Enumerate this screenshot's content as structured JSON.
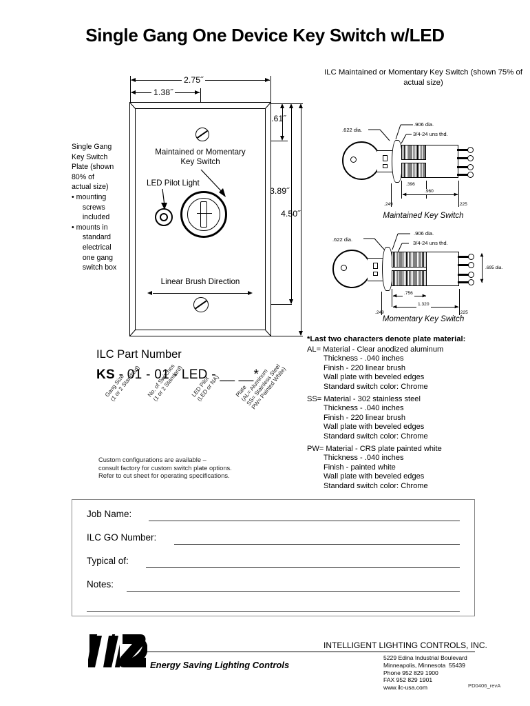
{
  "document": {
    "title": "Single Gang One Device Key Switch w/LED",
    "doc_id": "PD0406_revA"
  },
  "plate_note": {
    "lines": [
      "Single Gang",
      "Key Switch",
      "Plate (shown",
      "80% of",
      "actual size)"
    ],
    "bullets": [
      "• mounting\n   screws\n   included",
      "• mounts in\n   standard\n   electrical\n   one gang\n   switch box"
    ]
  },
  "plate_drawing": {
    "labels": {
      "key_switch": "Maintained or Momentary\nKey Switch",
      "led_pilot": "LED Pilot Light",
      "brush": "Linear Brush Direction"
    },
    "dimensions": {
      "width_total": "2.75˝",
      "width_center": "1.38˝",
      "top_offset": ".61˝",
      "height_inner": "3.89˝",
      "height_total": "4.50˝"
    }
  },
  "switch_detail": {
    "heading": "ILC Maintained or\nMomentary Key Switch\n(shown 75%\nof actual size)",
    "maintained": {
      "caption": "Maintained Key Switch",
      "key_dia": ".622 dia.",
      "bezel_dia": ".906 dia.",
      "thread": "3/4-24 uns thd.",
      "dim_a": ".396",
      "dim_b": ".960",
      "dim_left": ".249",
      "dim_right": ".225"
    },
    "momentary": {
      "caption": "Momentary Key Switch",
      "key_dia": ".622 dia.",
      "bezel_dia": ".906 dia.",
      "thread": "3/4-24 uns thd.",
      "dim_a": ".756",
      "dim_b": "1.320",
      "dim_left": ".249",
      "dim_right": ".225",
      "body_dia": ".695 dia."
    }
  },
  "part_number": {
    "heading": "ILC Part Number",
    "prefix": "KS",
    "rest": " - 01 - 01 - LED - __  __*",
    "callouts": [
      "Gang Size\n(1 or 2 Standard)",
      "No. of Switches\n(1 or 2 Standard)",
      "LED Pilot\n(LED or NA)",
      "Plate\n(AL= Aluminum\nSS= Stainless Steel\nPW= Painted White)"
    ],
    "custom_note": "Custom configurations are available –\nconsult factory for custom switch plate options.\nRefer to cut sheet for operating specifications."
  },
  "materials": {
    "heading": "*Last two characters denote plate material:",
    "groups": [
      {
        "code_line": "AL= Material - Clear anodized aluminum",
        "details": [
          "Thickness - .040 inches",
          "Finish - 220 linear brush",
          "Wall plate with beveled edges",
          "Standard switch color: Chrome"
        ]
      },
      {
        "code_line": "SS= Material - 302 stainless steel",
        "details": [
          "Thickness - .040 inches",
          "Finish - 220 linear brush",
          "Wall plate with beveled edges",
          "Standard switch color: Chrome"
        ]
      },
      {
        "code_line": "PW= Material - CRS plate painted white",
        "details": [
          "Thickness - .040 inches",
          "Finish - painted white",
          "Wall plate with beveled edges",
          "Standard switch color: Chrome"
        ]
      }
    ]
  },
  "form": {
    "fields": [
      {
        "label": "Job Name:",
        "value": ""
      },
      {
        "label": "ILC GO Number:",
        "value": ""
      },
      {
        "label": "Typical of:",
        "value": ""
      },
      {
        "label": "Notes:",
        "value": ""
      }
    ]
  },
  "footer": {
    "company": "INTELLIGENT LIGHTING CONTROLS, INC.",
    "tagline": "Energy Saving Lighting Controls",
    "address": "5229 Edina Industrial Boulevard\nMinneapolis, Minnesota  55439\nPhone 952 829 1900\nFAX 952 829 1901\nwww.ilc-usa.com"
  }
}
